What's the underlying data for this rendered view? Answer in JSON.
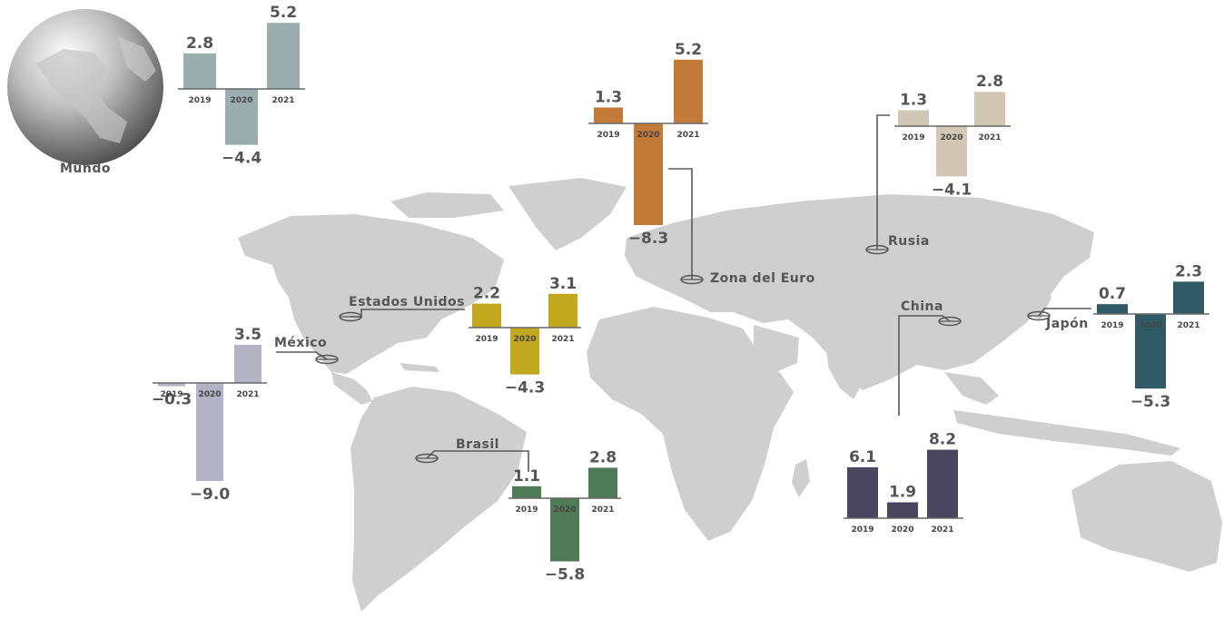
{
  "chart_data": [
    {
      "type": "bar",
      "region": "Mundo",
      "label": "Mundo",
      "categories": [
        "2019",
        "2020",
        "2021"
      ],
      "values": [
        2.8,
        -4.4,
        5.2
      ],
      "color": "#9aaeb0"
    },
    {
      "type": "bar",
      "region": "Estados Unidos",
      "label": "Estados Unidos",
      "categories": [
        "2019",
        "2020",
        "2021"
      ],
      "values": [
        2.2,
        -4.3,
        3.1
      ],
      "color": "#c2a81f"
    },
    {
      "type": "bar",
      "region": "México",
      "label": "México",
      "categories": [
        "2019",
        "2020",
        "2021"
      ],
      "values": [
        -0.3,
        -9.0,
        3.5
      ],
      "color": "#b4b3c5"
    },
    {
      "type": "bar",
      "region": "Brasil",
      "label": "Brasil",
      "categories": [
        "2019",
        "2020",
        "2021"
      ],
      "values": [
        1.1,
        -5.8,
        2.8
      ],
      "color": "#4f7a58"
    },
    {
      "type": "bar",
      "region": "Zona del Euro",
      "label": "Zona del Euro",
      "categories": [
        "2019",
        "2020",
        "2021"
      ],
      "values": [
        1.3,
        -8.3,
        5.2
      ],
      "color": "#c27a38"
    },
    {
      "type": "bar",
      "region": "Rusia",
      "label": "Rusia",
      "categories": [
        "2019",
        "2020",
        "2021"
      ],
      "values": [
        1.3,
        -4.1,
        2.8
      ],
      "color": "#d2c7b4"
    },
    {
      "type": "bar",
      "region": "China",
      "label": "China",
      "categories": [
        "2019",
        "2020",
        "2021"
      ],
      "values": [
        6.1,
        1.9,
        8.2
      ],
      "color": "#4a4660"
    },
    {
      "type": "bar",
      "region": "Japón",
      "label": "Japón",
      "categories": [
        "2019",
        "2020",
        "2021"
      ],
      "values": [
        0.7,
        -5.3,
        2.3
      ],
      "color": "#2f5a66"
    }
  ]
}
